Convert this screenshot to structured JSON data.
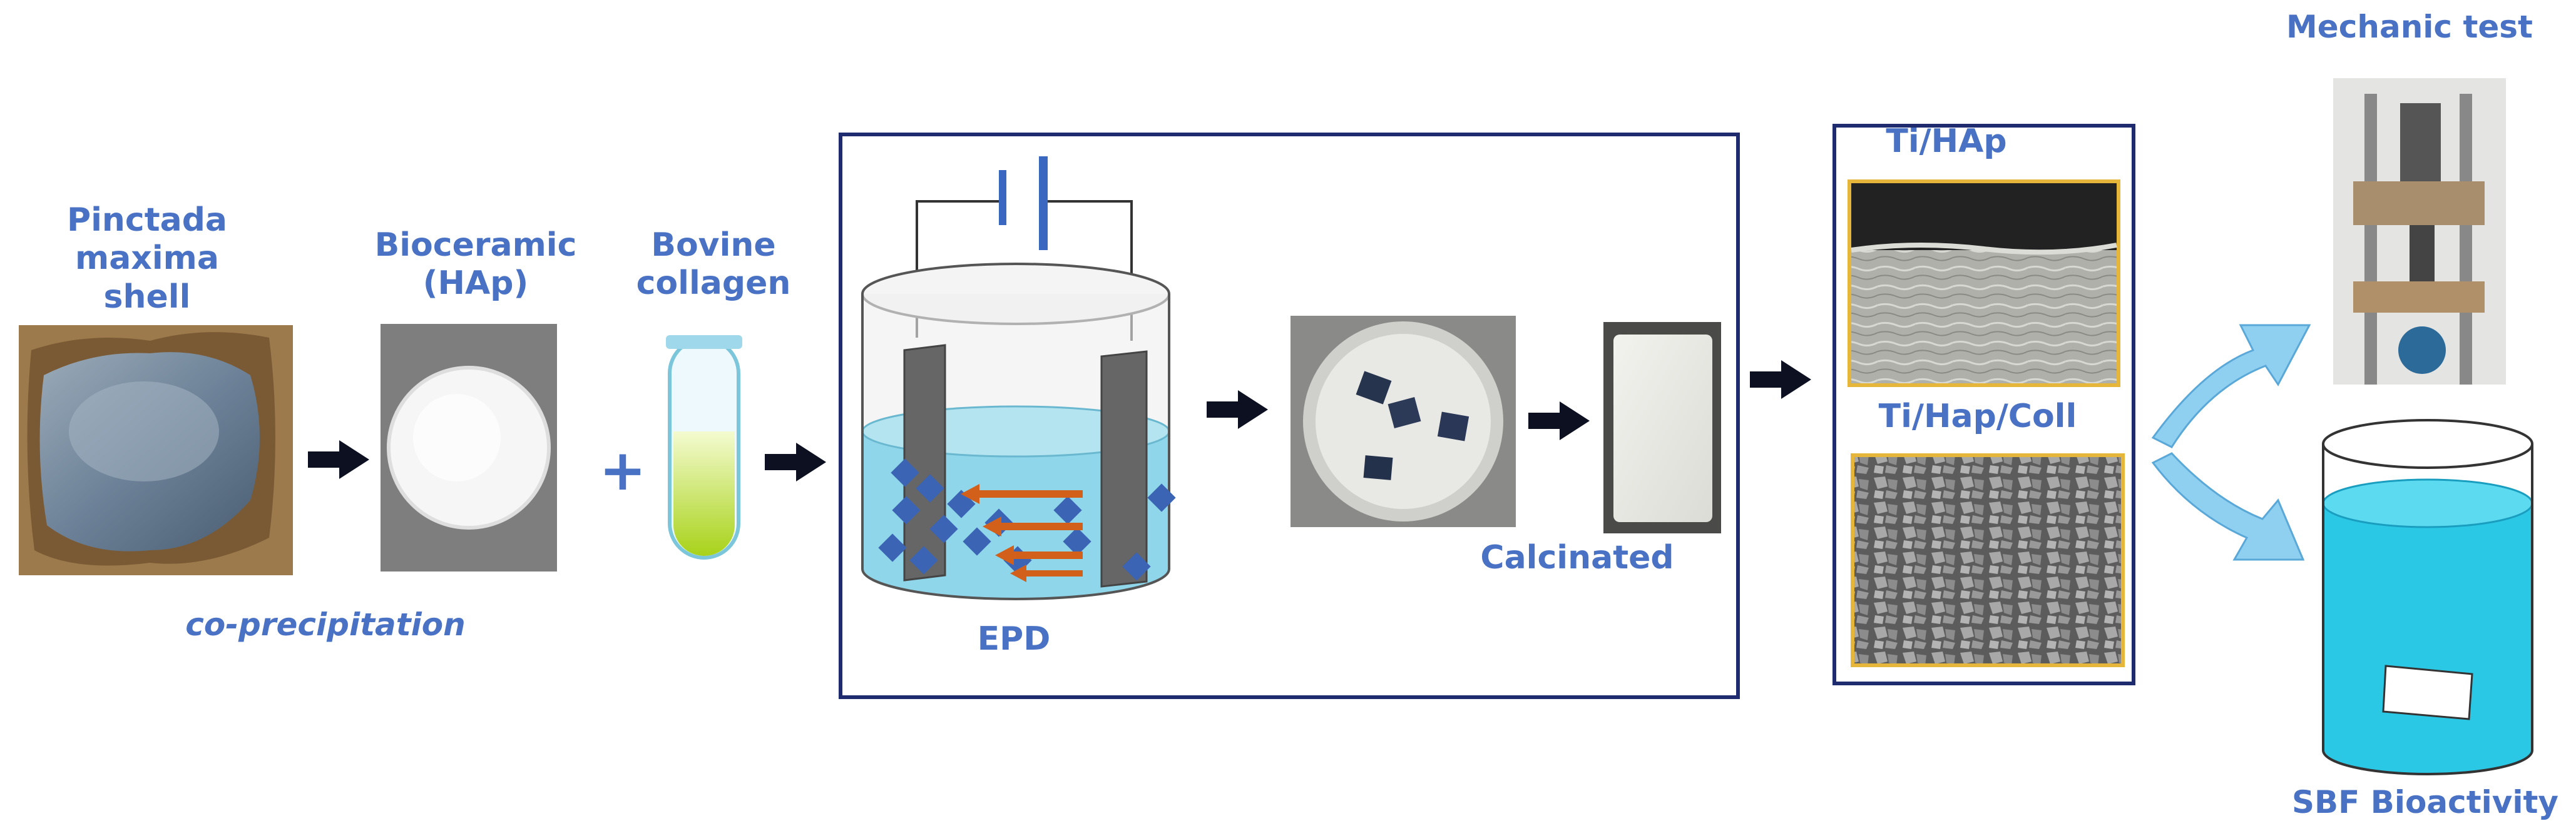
{
  "labels": {
    "shell": "Pinctada\nmaxima shell",
    "coprecipitation": "co-precipitation",
    "bioceramic": "Bioceramic\n(HAp)",
    "plus": "+",
    "collagen": "Bovine\ncollagen",
    "epd": "EPD",
    "calcinated": "Calcinated",
    "ti_hap": "Ti/HAp",
    "ti_hap_coll": "Ti/Hap/Coll",
    "mechanic_test": "Mechanic test",
    "sbf_bioactivity": "SBF Bioactivity"
  },
  "colors": {
    "label": "#4a72c4",
    "frame": "#1e2b6e",
    "arrow": "#0c1020",
    "particle": "#3c64b4",
    "field_arrow": "#d2601a",
    "solution": "#8fd6ea",
    "sbf_liquid": "#2bc8e6",
    "curved_arrow": "#8fcff0"
  },
  "icons": [
    "shell-photo",
    "hap-disc-photo",
    "test-tube-icon",
    "epd-cell-icon",
    "sample-dish-photo",
    "calcinated-plate-photo",
    "sem-image",
    "testing-machine-photo",
    "sbf-beaker-icon"
  ]
}
